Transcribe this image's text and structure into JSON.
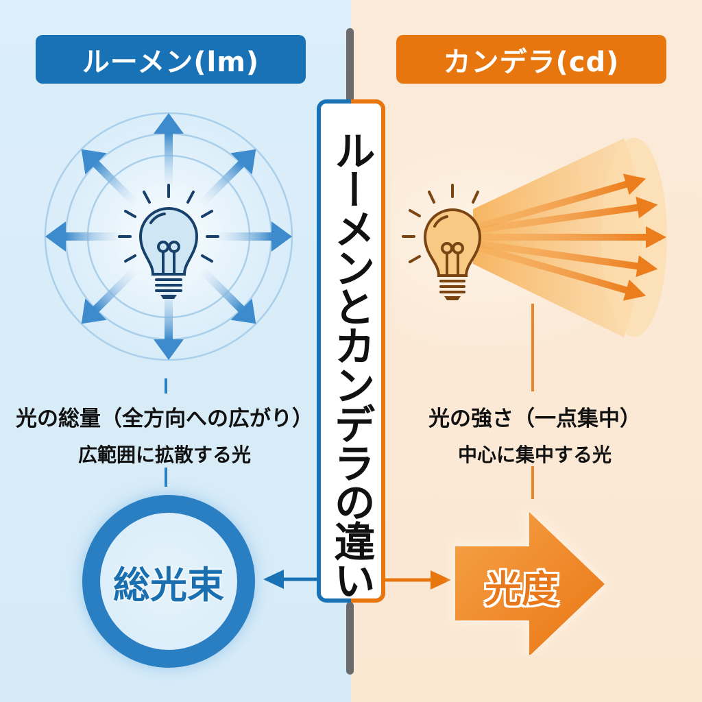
{
  "title": {
    "vertical": "ルーメンとカンデラの違い"
  },
  "left": {
    "badge": "ルーメン(lm)",
    "icon": "bulb-radiating-all-directions-icon",
    "description_line1": "光の総量（全方向への広がり）",
    "description_line2": "広範囲に拡散する光",
    "result_label": "総光束",
    "colors": {
      "primary": "#1a72b6",
      "background": "#dbeef9"
    }
  },
  "right": {
    "badge": "カンデラ(cd)",
    "icon": "bulb-focused-beam-icon",
    "description_line1": "光の強さ（一点集中）",
    "description_line2": "中心に集中する光",
    "result_label": "光度",
    "colors": {
      "primary": "#e8760f",
      "background": "#fbead8"
    }
  },
  "divider_color": "#6b6b6b"
}
